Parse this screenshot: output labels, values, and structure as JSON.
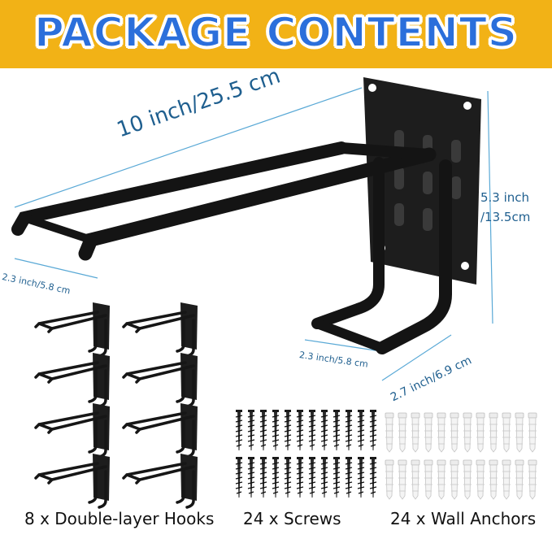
{
  "banner": {
    "title": "PACKAGE CONTENTS"
  },
  "dimensions": {
    "length": "10 inch/25.5 cm",
    "height_line1": "5.3 inch",
    "height_line2": "/13.5cm",
    "width_left": "2.3 inch/5.8 cm",
    "width_right": "2.3 inch/5.8 cm",
    "depth": "2.7 inch/6.9 cm"
  },
  "contents": {
    "hooks": "8 x Double-layer Hooks",
    "screws": "24 x Screws",
    "anchors": "24 x Wall Anchors"
  },
  "colors": {
    "banner_bg": "#f2b216",
    "banner_text": "#2b6fdb",
    "dimension_text": "#1f5f8f",
    "hook_metal": "#1a1a1a"
  }
}
